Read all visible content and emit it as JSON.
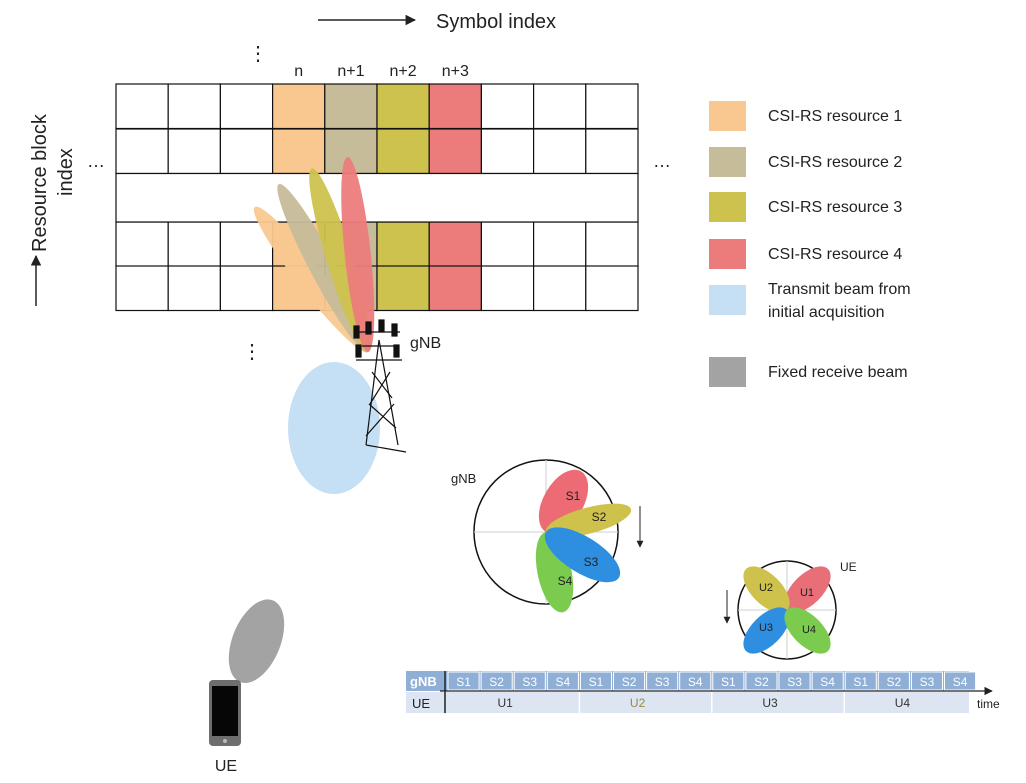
{
  "axes": {
    "symbol_index": "Symbol index",
    "resource_block_index_line1": "Resource block",
    "resource_block_index_line2": "index"
  },
  "symbols": [
    "n",
    "n+1",
    "n+2",
    "n+3"
  ],
  "ellipsis": "…",
  "vdots": "⋮",
  "legend": [
    {
      "label_lines": [
        "CSI-RS resource 1"
      ],
      "color": "#F9C891"
    },
    {
      "label_lines": [
        "CSI-RS resource 2"
      ],
      "color": "#C6BC9A"
    },
    {
      "label_lines": [
        "CSI-RS resource 3"
      ],
      "color": "#CEC24E"
    },
    {
      "label_lines": [
        "CSI-RS resource 4"
      ],
      "color": "#EC7C7C"
    },
    {
      "label_lines": [
        "Transmit beam from",
        "initial acquisition"
      ],
      "color": "#C5E0F5"
    },
    {
      "label_lines": [
        "Fixed receive beam"
      ],
      "color": "#A3A3A3"
    }
  ],
  "labels": {
    "gnb_tower": "gNB",
    "ue_phone": "UE",
    "gnb_polar": "gNB",
    "ue_polar": "UE"
  },
  "gnb_beams": [
    "S1",
    "S2",
    "S3",
    "S4"
  ],
  "ue_beams": [
    "U1",
    "U2",
    "U3",
    "U4"
  ],
  "beam_colors": {
    "s1": "#E86F78",
    "s2": "#CFC24C",
    "s3": "#2E8FE0",
    "s4": "#7BCB4F",
    "u1": "#E86F78",
    "u2": "#CFC24C",
    "u3": "#2E8FE0",
    "u4": "#7BCB4F"
  },
  "timeline": {
    "gnb_label": "gNB",
    "ue_label": "UE",
    "gnb_slots": [
      "S1",
      "S2",
      "S3",
      "S4",
      "S1",
      "S2",
      "S3",
      "S4",
      "S1",
      "S2",
      "S3",
      "S4",
      "S1",
      "S2",
      "S3",
      "S4"
    ],
    "ue_groups": [
      "U1",
      "U2",
      "U3",
      "U4"
    ],
    "time_label": "time",
    "gnb_row_color": "#8FAFD6",
    "ue_row_color": "#DCE5F1"
  }
}
